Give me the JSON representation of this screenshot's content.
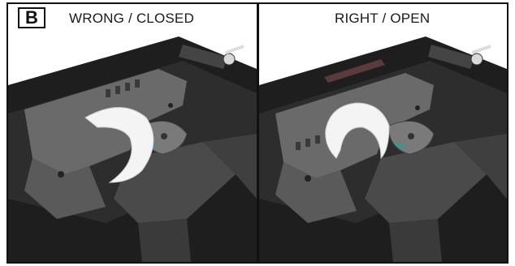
{
  "figure": {
    "label": "B",
    "panels": [
      {
        "id": "left",
        "title": "WRONG / CLOSED"
      },
      {
        "id": "right",
        "title": "RIGHT / OPEN"
      }
    ]
  },
  "colors": {
    "frame": "#111111",
    "tray_dark": "#1e1e1e",
    "tray_mid": "#4a4a4a",
    "plate_light": "#8a8a8a",
    "crescent": "#f4f4f4",
    "accent_teal": "#1aa59a"
  }
}
